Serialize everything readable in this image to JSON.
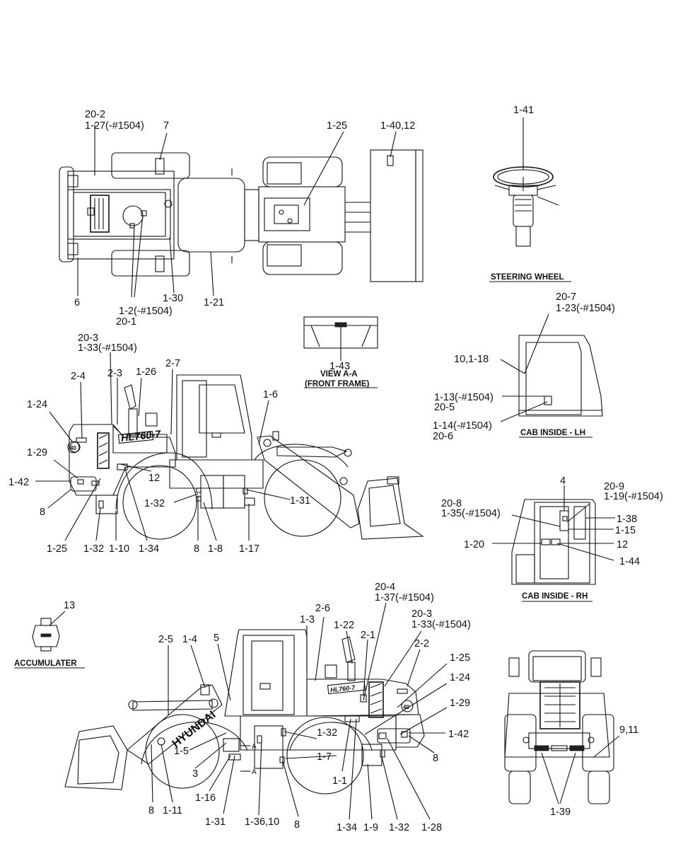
{
  "views": {
    "top": {
      "labels": [
        "20-2",
        "1-27(-#1504)",
        "7",
        "1-25",
        "1-40,12",
        "6",
        "1-30",
        "1-21",
        "1-2(-#1504)",
        "20-1"
      ]
    },
    "steering": {
      "labels": [
        "1-41"
      ],
      "caption": "STEERING WHEEL"
    },
    "front_frame": {
      "labels": [
        "1-43"
      ],
      "caption1": "VIEW A-A",
      "caption2": "(FRONT FRAME)"
    },
    "cab_lh": {
      "labels": [
        "20-7",
        "1-23(-#1504)",
        "10,1-18",
        "1-13(-#1504)",
        "20-5",
        "1-14(-#1504)",
        "20-6"
      ],
      "caption": "CAB INSIDE - LH"
    },
    "left_side": {
      "labels": [
        "20-3",
        "1-33(-#1504)",
        "2-4",
        "2-3",
        "1-26",
        "2-7",
        "1-24",
        "1-6",
        "1-29",
        "12",
        "1-42",
        "1-32",
        "1-31",
        "8",
        "1-25",
        "1-32",
        "1-10",
        "1-34",
        "8",
        "1-8",
        "1-17"
      ],
      "model_badge": "HL760-7",
      "hp_badge": "40"
    },
    "cab_rh": {
      "labels": [
        "4",
        "20-9",
        "1-19(-#1504)",
        "20-8",
        "1-35(-#1504)",
        "1-38",
        "1-15",
        "1-20",
        "12",
        "1-44"
      ],
      "caption": "CAB INSIDE - RH"
    },
    "accumulator": {
      "labels": [
        "13"
      ],
      "caption": "ACCUMULATER"
    },
    "right_side": {
      "labels": [
        "20-4",
        "1-37(-#1504)",
        "2-6",
        "20-3",
        "1-33(-#1504)",
        "1-3",
        "1-22",
        "2-1",
        "2-5",
        "1-4",
        "5",
        "2-2",
        "1-25",
        "1-24",
        "1-29",
        "1-32",
        "1-5",
        "1-42",
        "1-7",
        "8",
        "3",
        "1-1",
        "8",
        "1-11",
        "1-16",
        "1-31",
        "1-36,10",
        "8",
        "1-34",
        "1-9",
        "1-32",
        "1-28",
        "A",
        "A"
      ],
      "model_badge": "HL760-7",
      "hp_badge": "40",
      "brand": "HYUNDAI"
    },
    "rear": {
      "labels": [
        "9,11",
        "1-39"
      ]
    }
  }
}
